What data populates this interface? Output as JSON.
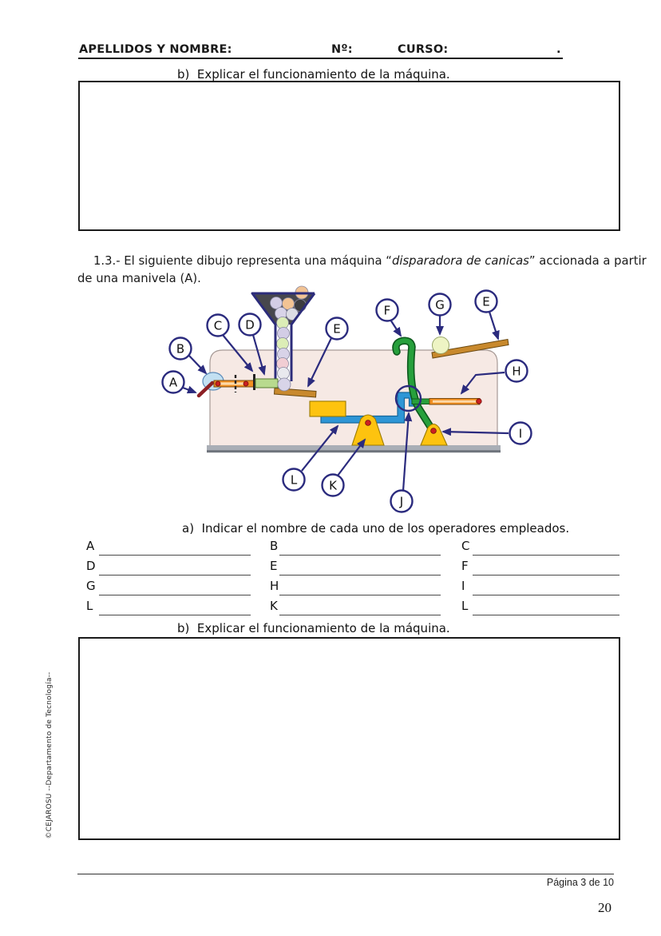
{
  "header": {
    "name_label": "APELLIDOS Y NOMBRE:",
    "number_label": "Nº:",
    "course_label": "CURSO:",
    "end_mark": "."
  },
  "tasks": {
    "explain_label": "b)  Explicar el funcionamiento de la máquina.",
    "name_operators_label": "a)  Indicar el nombre de cada uno de los operadores empleados."
  },
  "question": {
    "number": "1.3.- ",
    "before_italic": "El siguiente dibujo representa una máquina “",
    "italic": "disparadora de canicas",
    "after_italic": "” accionada a partir",
    "line2": "de una manivela (A)."
  },
  "diagram": {
    "caption_machine": "disparadora de canicas",
    "labels": [
      "A",
      "B",
      "C",
      "D",
      "E",
      "F",
      "G",
      "E",
      "H",
      "I",
      "L",
      "K",
      "J"
    ],
    "colors": {
      "label_ink": "#2b2b7e",
      "body_fill": "#f6e9e4",
      "base_gray": "#a9aeb6",
      "lever_green": "#27a03c",
      "beam_blue": "#2e96d6",
      "support_yellow": "#fdc30f",
      "ramp_brown": "#c8892d",
      "rod_orange": "#f29022",
      "pivot_red": "#cc2020",
      "crank_dark_red": "#8c1f24",
      "disc_blue": "#c2e0f2"
    }
  },
  "answers": {
    "rows": [
      [
        "A",
        "B",
        "C"
      ],
      [
        "D",
        "E",
        "F"
      ],
      [
        "G",
        "H",
        "I"
      ],
      [
        "L",
        "K",
        "L"
      ]
    ]
  },
  "sidebar": {
    "credit": "©CEJAROSU  --Departamento de Tecnología--"
  },
  "footer": {
    "page_indicator": "Página 3 de 10",
    "page_number": "20"
  }
}
